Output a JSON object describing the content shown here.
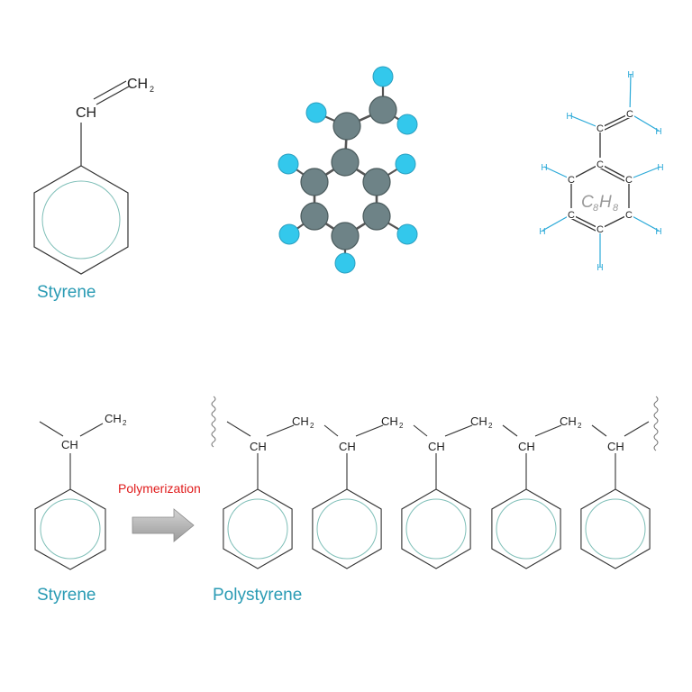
{
  "labels": {
    "styrene_top": "Styrene",
    "styrene_bottom": "Styrene",
    "polystyrene": "Polystyrene",
    "polymerization": "Polymerization"
  },
  "atoms": {
    "ch": "CH",
    "ch2": "CH",
    "sub2": "2",
    "carbon": "C",
    "hydrogen": "H",
    "formula_c": "C",
    "formula_h": "H",
    "formula_sub": "8"
  },
  "colors": {
    "title": "#2a9bb4",
    "arrow_label": "#e01b1b",
    "carbon_ball": "#6e8387",
    "hydrogen_ball": "#33c8ec",
    "skeletal_h": "#2aa9d8",
    "bond_line": "#333333",
    "ring_circle": "#7fbfb8"
  },
  "icons": {
    "arrow": "right-arrow-icon",
    "break": "wavy-chain-end-icon"
  }
}
